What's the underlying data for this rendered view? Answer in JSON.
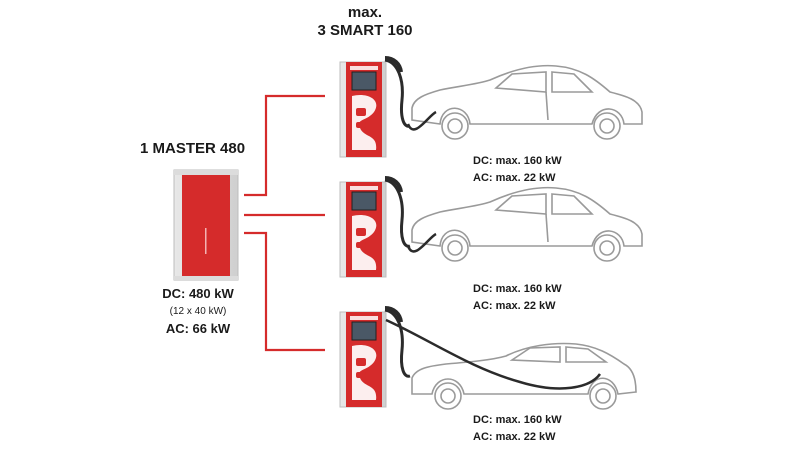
{
  "header": {
    "line1": "max.",
    "line2": "3 SMART 160"
  },
  "master": {
    "title": "1 MASTER 480",
    "dc": "DC: 480 kW",
    "dc_detail": "(12 x 40 kW)",
    "ac": "AC: 66 kW"
  },
  "chargers": [
    {
      "dc": "DC: max. 160 kW",
      "ac": "AC: max. 22 kW"
    },
    {
      "dc": "DC: max. 160 kW",
      "ac": "AC: max. 22 kW"
    },
    {
      "dc": "DC: max. 160 kW",
      "ac": "AC: max. 22 kW"
    }
  ],
  "colors": {
    "brand_red": "#d52b2b",
    "car_outline": "#9a9a9a",
    "cable": "#2b2b2b"
  }
}
